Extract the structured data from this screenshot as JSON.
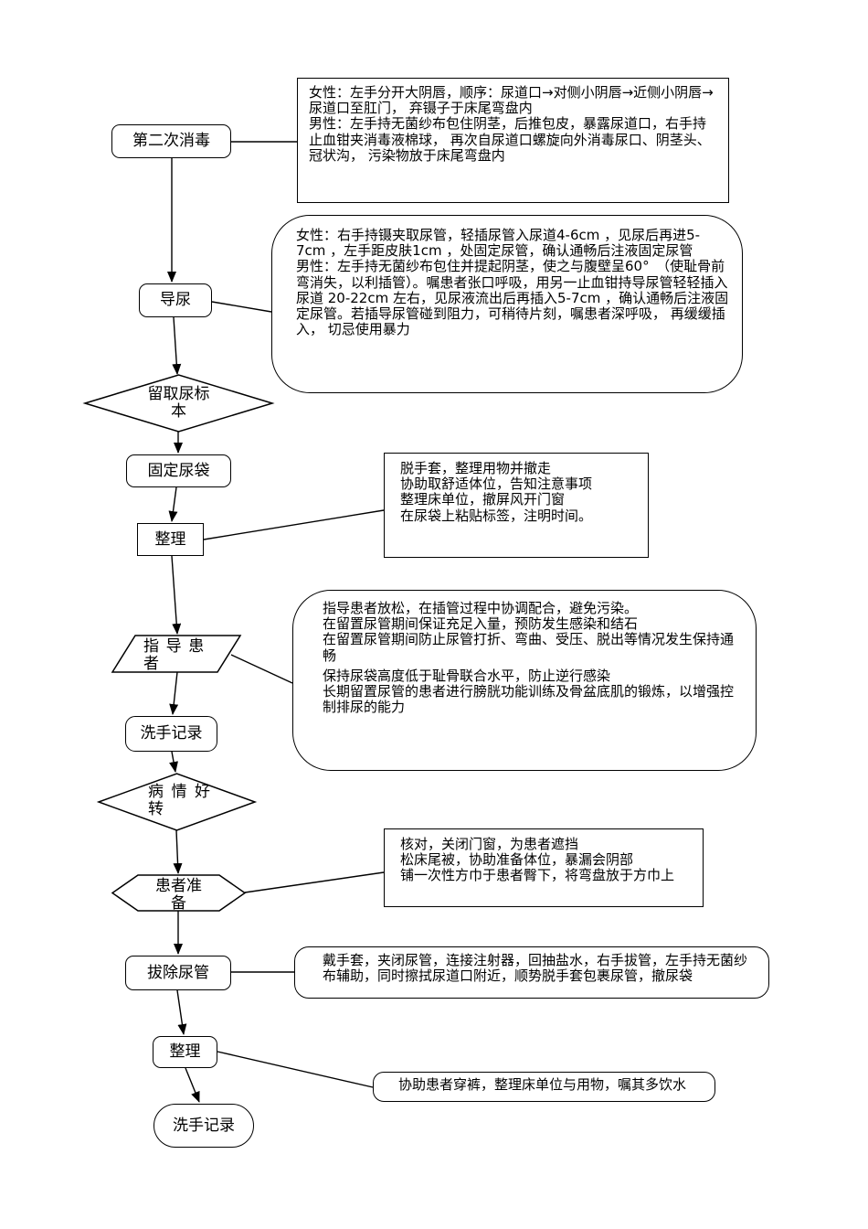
{
  "palette": {
    "background": "#ffffff",
    "line": "#000000",
    "text": "#000000"
  },
  "nodes": [
    {
      "label": "第二次消毒",
      "shape": "rounded-rect"
    },
    {
      "label": "导尿",
      "shape": "rounded-rect"
    },
    {
      "label": "留取尿标本",
      "shape": "diamond"
    },
    {
      "label": "固定尿袋",
      "shape": "rounded-rect"
    },
    {
      "label": "整理",
      "shape": "rect"
    },
    {
      "label": "指导患者",
      "shape": "parallelogram"
    },
    {
      "label": "洗手记录",
      "shape": "rounded-rect"
    },
    {
      "label": "病情好转",
      "shape": "diamond"
    },
    {
      "label": "患者准备",
      "shape": "hexagon"
    },
    {
      "label": "拔除尿管",
      "shape": "rounded-rect"
    },
    {
      "label": "整理",
      "shape": "rounded-rect"
    },
    {
      "label": "洗手记录",
      "shape": "terminator"
    }
  ],
  "annotations": [
    {
      "lines": [
        "女性：左手分开大阴唇，顺序：尿道口→对侧小阴唇→近侧小阴唇→尿道口至肛门， 弃镊子于床尾弯盘内",
        "男性：左手持无菌纱布包住阴茎，后推包皮，暴露尿道口，右手持止血钳夹消毒液棉球， 再次自尿道口螺旋向外消毒尿口、阴茎头、冠状沟， 污染物放于床尾弯盘内"
      ]
    },
    {
      "lines": [
        "女性：右手持镊夹取尿管，轻插尿管入尿道4-6cm ，见尿后再进5-7cm ，左手距皮肤1cm ，处固定尿管，确认通畅后注液固定尿管",
        "男性：左手持无菌纱布包住并提起阴茎，使之与腹壁呈60°　（使耻骨前弯消失，以利插管）。嘱患者张口呼吸，用另一止血钳持导尿管轻轻插入尿道 20-22cm 左右，见尿液流出后再插入5-7cm ，确认通畅后注液固定尿管。若插导尿管碰到阻力，可稍待片刻，嘱患者深呼吸， 再缓缓插入， 切忌使用暴力"
      ]
    },
    {
      "lines": [
        "脱手套，整理用物并撤走",
        "协助取舒适体位，告知注意事项",
        "整理床单位，撤屏风开门窗",
        "在尿袋上粘贴标签，注明时间。"
      ]
    },
    {
      "lines": [
        "指导患者放松，在插管过程中协调配合，避免污染。",
        "在留置尿管期间保证充足入量，预防发生感染和结石",
        "在留置尿管期间防止尿管打折、弯曲、受压、脱出等情况发生保持通畅",
        "保持尿袋高度低于耻骨联合水平，防止逆行感染",
        "长期留置尿管的患者进行膀胱功能训练及骨盆底肌的锻炼，以增强控制排尿的能力"
      ]
    },
    {
      "lines": [
        "核对，关闭门窗，为患者遮挡",
        "松床尾被，协助准备体位，暴漏会阴部",
        "铺一次性方巾于患者臀下，将弯盘放于方巾上"
      ]
    },
    {
      "lines": [
        "戴手套，夹闭尿管，连接注射器，回抽盐水，右手拔管，左手持无菌纱布辅助，同时擦拭尿道口附近，顺势脱手套包裹尿管，撤尿袋"
      ]
    },
    {
      "lines": [
        "协助患者穿裤，整理床单位与用物，嘱其多饮水"
      ]
    }
  ]
}
